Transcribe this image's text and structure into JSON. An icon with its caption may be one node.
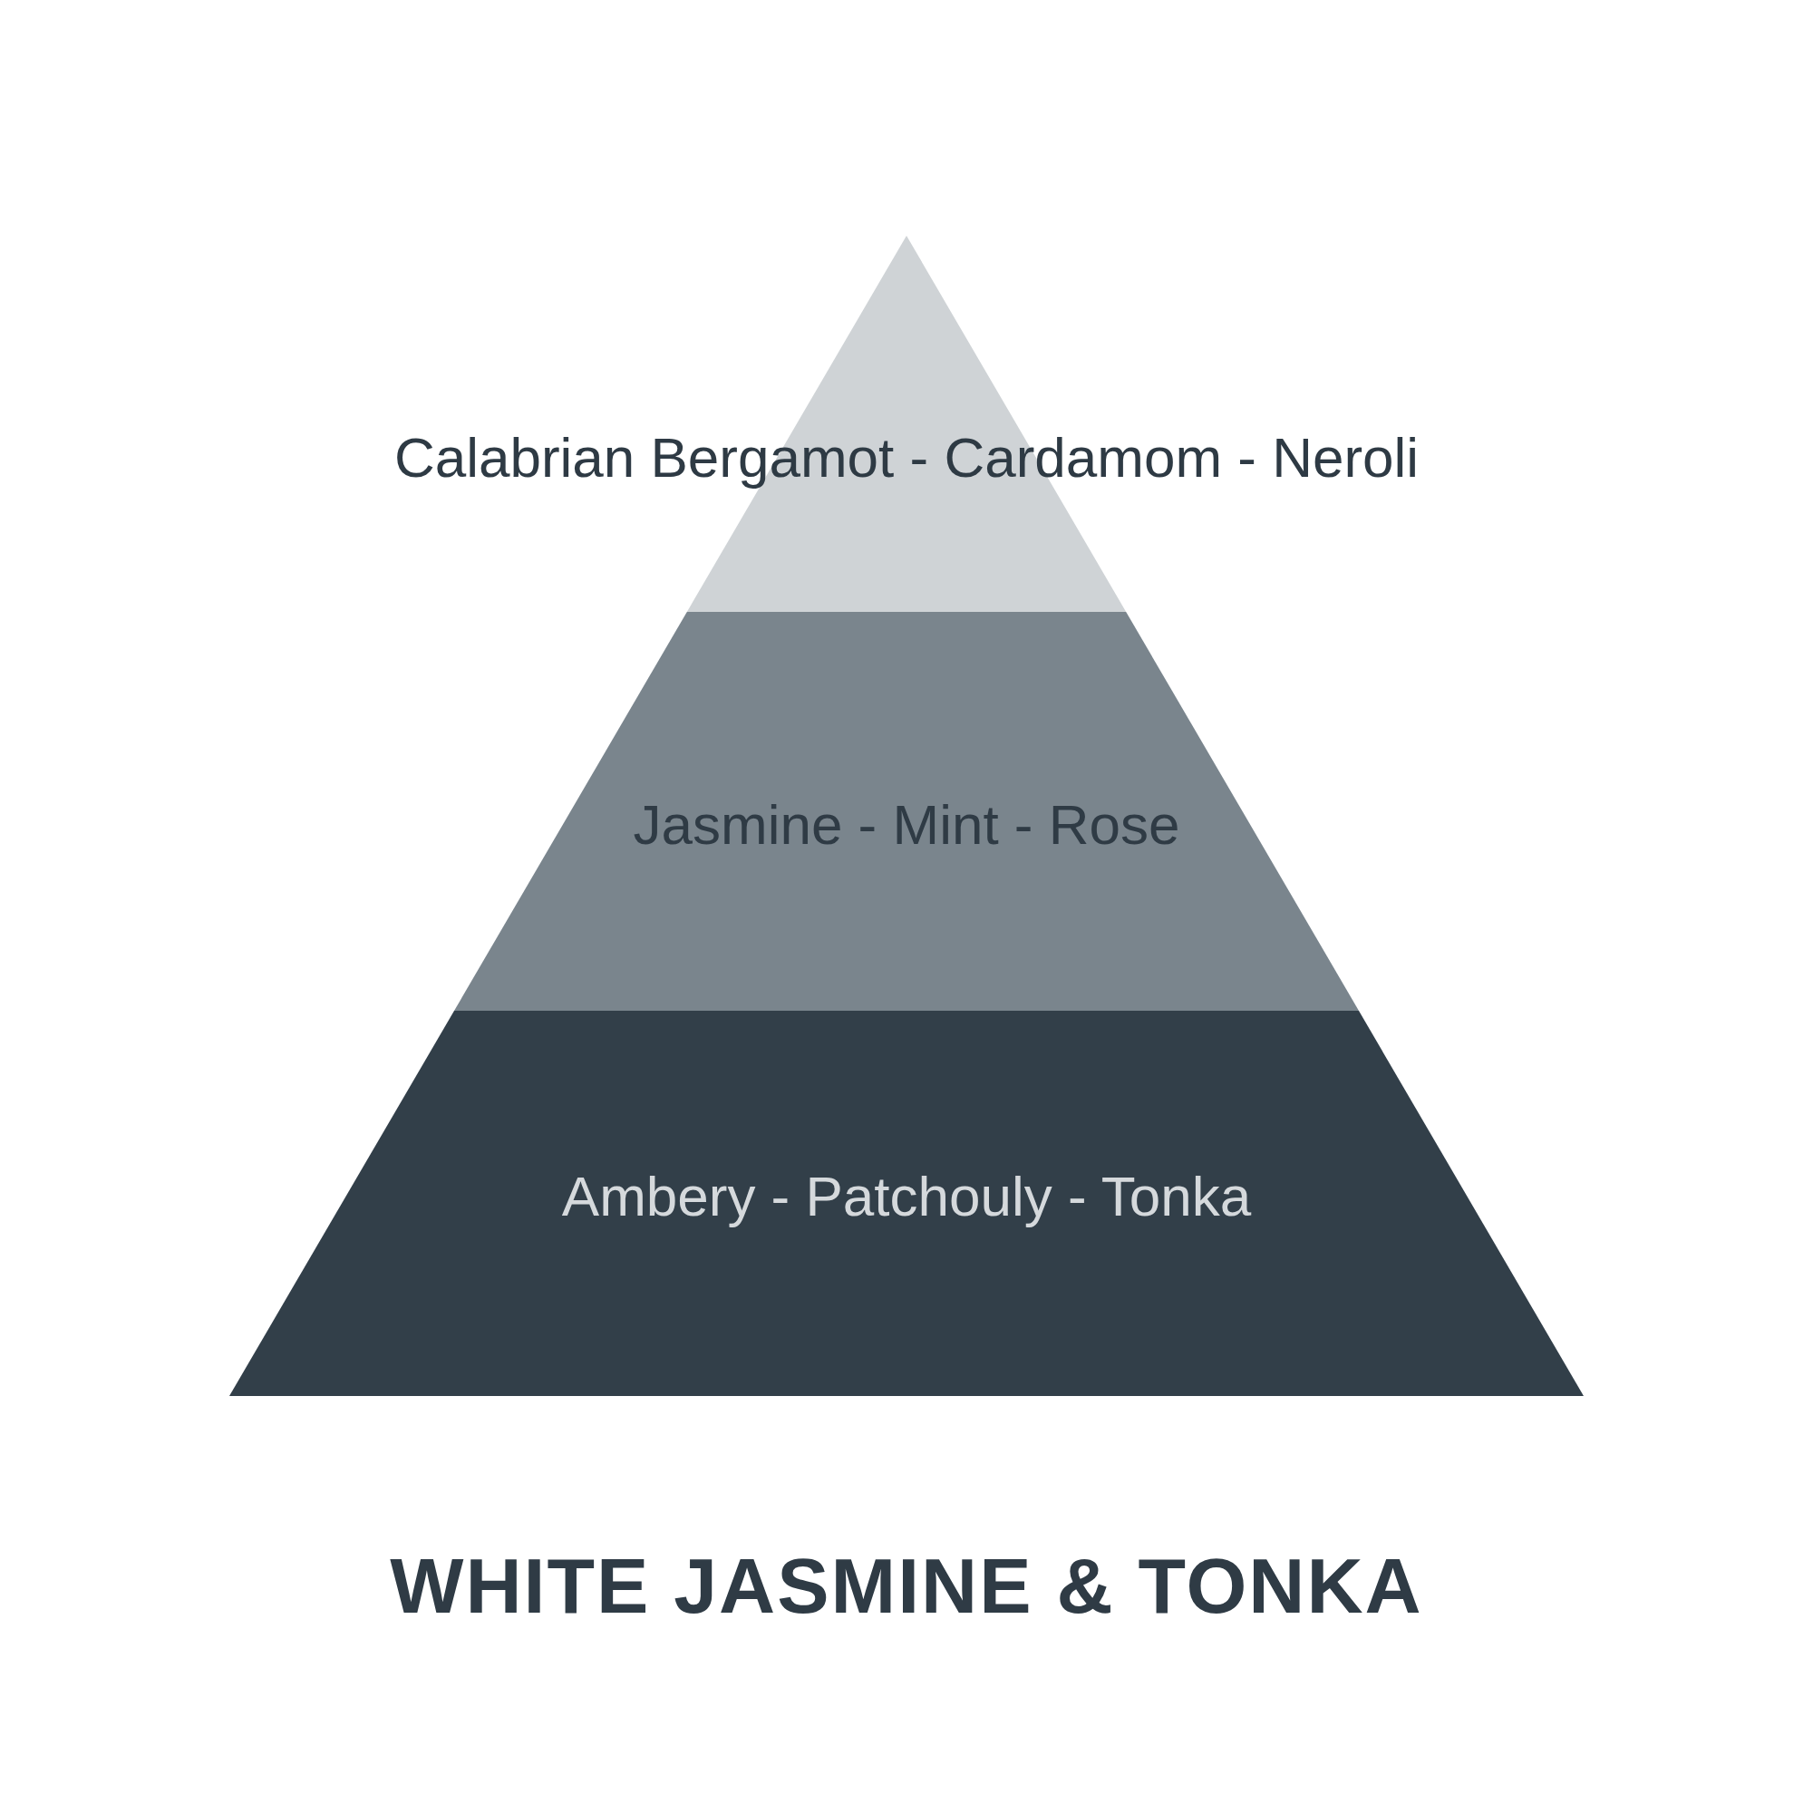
{
  "diagram": {
    "title": "WHITE JASMINE & TONKA",
    "nodes": [
      {
        "text": [
          "Calabrian Bergamot - Cardamom - Neroli"
        ]
      },
      {
        "text": [
          "Jasmine - Mint - Rose"
        ]
      },
      {
        "text": [
          "Ambery - Patchouly - Tonka"
        ]
      }
    ]
  }
}
